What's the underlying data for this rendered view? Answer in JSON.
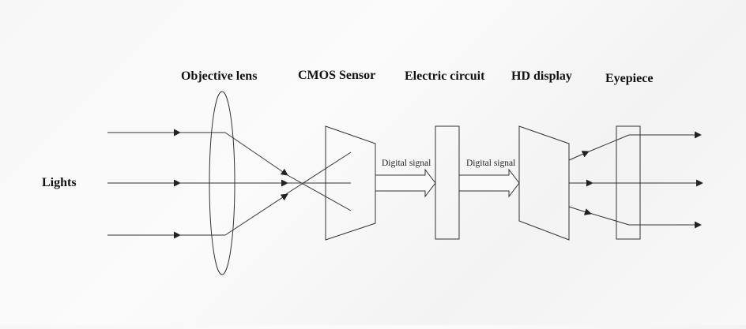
{
  "labels": {
    "objective_lens": "Objective lens",
    "cmos_sensor": "CMOS Sensor",
    "electric_circuit": "Electric circuit",
    "hd_display": "HD display",
    "eyepiece": "Eyepiece",
    "lights": "Lights"
  },
  "signals": {
    "first": "Digital signal",
    "second": "Digital signal"
  },
  "colors": {
    "stroke": "#333333",
    "text": "#111111",
    "background": "#f7f7f7"
  }
}
